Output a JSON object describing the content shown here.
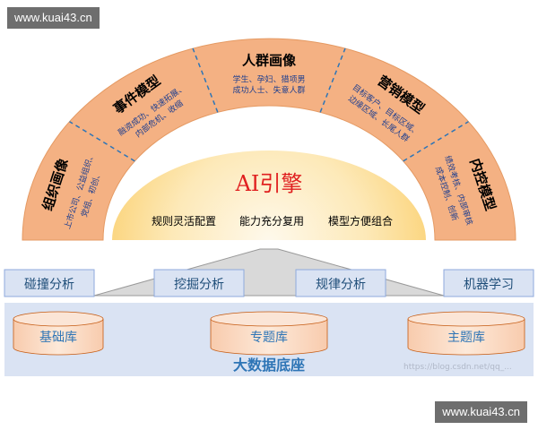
{
  "watermarks": {
    "top": "www.kuai43.cn",
    "bottom": "www.kuai43.cn",
    "faint": "https://blog.csdn.net/qq_..."
  },
  "colors": {
    "arc": "#f4b183",
    "engine_light": "#fef6e0",
    "engine_dark": "#fcd98a",
    "engine_title": "#e02020",
    "bar": "#dae3f3",
    "bar_text": "#1f4e79",
    "cylinder": "#fbe5d6",
    "db_text": "#2e75b6",
    "tool_box": "#dae3f3",
    "trapezoid": "#d9d9d9",
    "divider": "#2e75b6"
  },
  "arc_segments": [
    {
      "title": "组织画像",
      "lines": [
        "上市公司、公益组织、",
        "党组、初创、"
      ]
    },
    {
      "title": "事件模型",
      "lines": [
        "融资成功、快速拓展、",
        "内部危机、收缩"
      ]
    },
    {
      "title": "人群画像",
      "lines": [
        "学生、孕妇、猎项男",
        "成功人士、失意人群"
      ]
    },
    {
      "title": "营销模型",
      "lines": [
        "目标客户、目标区域、",
        "边缘区域、长尾人群"
      ]
    },
    {
      "title": "内控模型",
      "lines": [
        "绩效考核、内部审核",
        "成本控制、创新"
      ]
    }
  ],
  "engine": {
    "title": "AI引擎",
    "features": [
      "规则灵活配置",
      "能力充分复用",
      "模型方便组合"
    ]
  },
  "tools": [
    "碰撞分析",
    "挖掘分析",
    "规律分析",
    "机器学习"
  ],
  "databases": [
    "基础库",
    "专题库",
    "主题库"
  ],
  "foundation": "大数据底座"
}
